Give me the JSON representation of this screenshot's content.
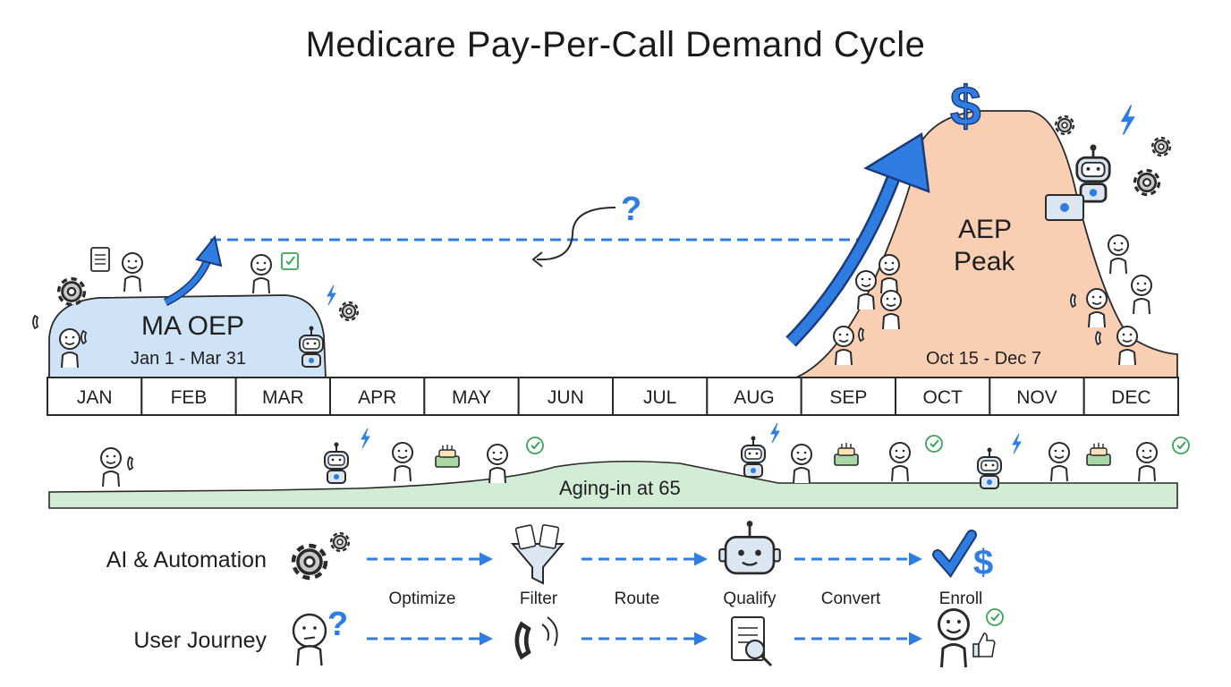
{
  "title": "Medicare Pay-Per-Call Demand Cycle",
  "months": [
    "JAN",
    "FEB",
    "MAR",
    "APR",
    "MAY",
    "JUN",
    "JUL",
    "AUG",
    "SEP",
    "OCT",
    "NOV",
    "DEC"
  ],
  "zones": {
    "ma_oep": {
      "title": "MA OEP",
      "dates": "Jan 1 - Mar 31",
      "color": "#cfe3f7"
    },
    "aep": {
      "title_line1": "AEP",
      "title_line2": "Peak",
      "dates": "Oct 15 - Dec 7",
      "color": "#f9cfb3"
    }
  },
  "aging_band": {
    "label": "Aging-in at 65",
    "color": "#d3ecd5"
  },
  "symbols": {
    "dollar": "$",
    "question": "?"
  },
  "rows": {
    "ai": {
      "label": "AI & Automation",
      "steps": [
        "Optimize",
        "Filter",
        "Route",
        "Qualify",
        "Convert",
        "Enroll"
      ],
      "icons": [
        "gears-icon",
        "funnel-icon",
        "robot-icon",
        "checkmark-dollar-icon"
      ]
    },
    "journey": {
      "label": "User Journey",
      "icons": [
        "confused-person-icon",
        "phone-call-icon",
        "document-search-icon",
        "happy-person-icon"
      ]
    }
  },
  "colors": {
    "accent_blue": "#2f7de1",
    "outline": "#2a2a2a",
    "check_green": "#3aa35b"
  }
}
